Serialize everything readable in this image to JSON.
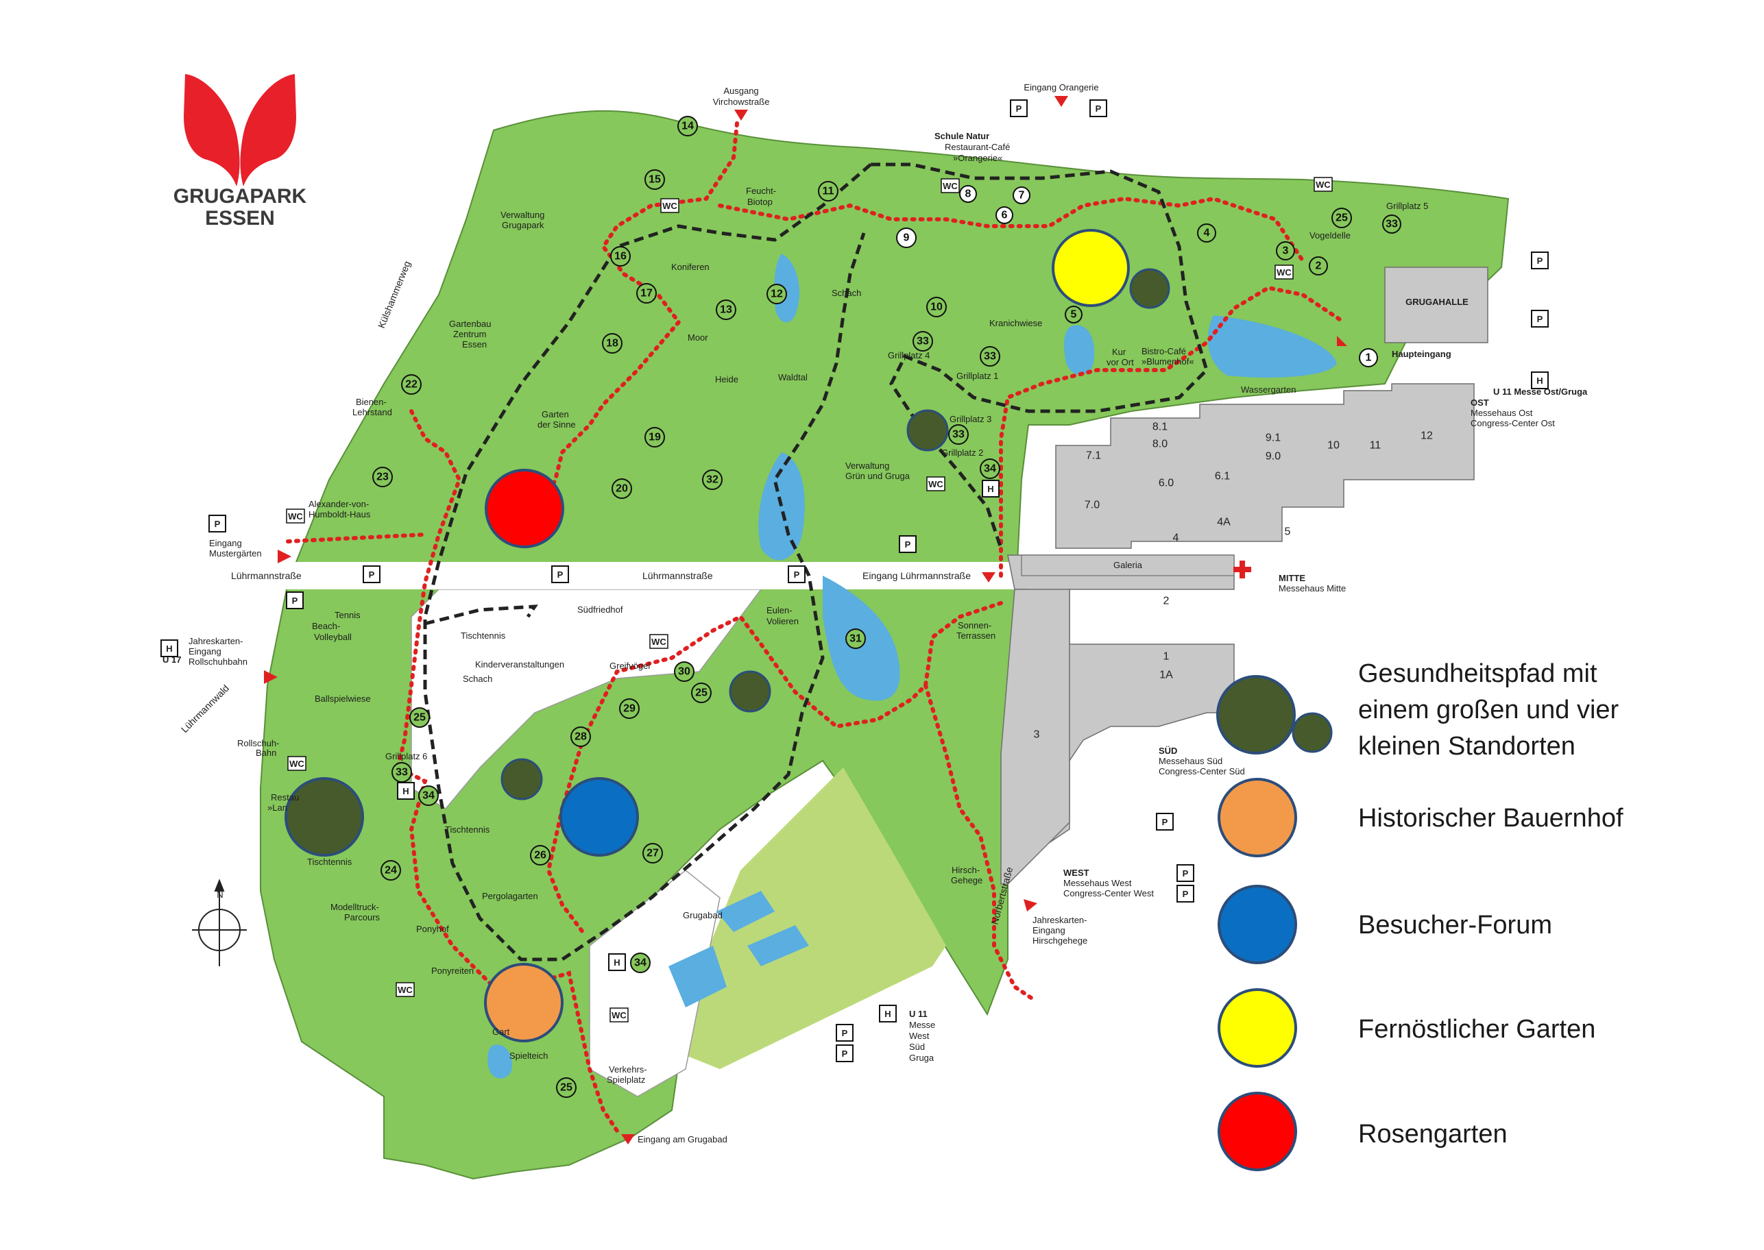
{
  "brand": {
    "name_line1": "GRUGAPARK",
    "name_line2": "ESSEN",
    "logo_color": "#e8202a"
  },
  "colors": {
    "park_green": "#86c85b",
    "dark_green_spot": "#465a2c",
    "orange_spot": "#f39a4a",
    "blue_spot": "#0a6fc2",
    "yellow_spot": "#ffff00",
    "red_spot": "#ff0000",
    "water": "#5aaee0",
    "building_grey": "#c8c8c8",
    "path_red": "#e02020",
    "path_black": "#222222",
    "light_field": "#bcd97a"
  },
  "legend": [
    {
      "label_lines": [
        "Gesundheitspfad mit",
        "einem großen und vier",
        "kleinen Standorten"
      ],
      "color": "#465a2c"
    },
    {
      "label_lines": [
        "Historischer Bauernhof"
      ],
      "color": "#f39a4a"
    },
    {
      "label_lines": [
        "Besucher-Forum"
      ],
      "color": "#0a6fc2"
    },
    {
      "label_lines": [
        "Fernöstlicher Garten"
      ],
      "color": "#ffff00"
    },
    {
      "label_lines": [
        "Rosengarten"
      ],
      "color": "#ff0000"
    }
  ],
  "map": {
    "roads": {
      "luehrmann_west": "Lührmannstraße",
      "luehrmann_mid": "Lührmannstraße",
      "luehrmann_entrance": "Eingang Lührmannstraße",
      "norbert": "Norbertstraße",
      "luehrmannwald": "Lührmannwald",
      "kuelshammer": "Külshammerweg"
    },
    "entrances": {
      "orangerie": "Eingang Orangerie",
      "virchow_1": "Ausgang",
      "virchow_2": "Virchowstraße",
      "mustergarten_1": "Eingang",
      "mustergarten_2": "Mustergärten",
      "rollschuh_1": "Jahreskarten-",
      "rollschuh_2": "Eingang",
      "rollschuh_3": "Rollschuhbahn",
      "grugabad": "Eingang am Grugabad",
      "hirsch_1": "Jahreskarten-",
      "hirsch_2": "Eingang",
      "hirsch_3": "Hirschgehege",
      "haupt": "Haupteingang"
    },
    "places": {
      "schule_natur": "Schule Natur",
      "restaurant_1": "Restaurant-Café",
      "restaurant_2": "»Orangerie«",
      "verwaltung_1": "Verwaltung",
      "verwaltung_2": "Grugapark",
      "feucht_1": "Feucht-",
      "feucht_2": "Biotop",
      "koniferen": "Koniferen",
      "schach": "Schach",
      "moor": "Moor",
      "heide": "Heide",
      "waldtal": "Waldtal",
      "kranichwiese": "Kranichwiese",
      "grillplatz_1": "Grillplatz 1",
      "grillplatz_2": "Grillplatz 2",
      "grillplatz_3": "Grillplatz 3",
      "grillplatz_4": "Grillplatz 4",
      "grillplatz_5": "Grillplatz 5",
      "grillplatz_6": "Grillplatz 6",
      "vogeldelle": "Vogeldelle",
      "grugahalle": "GRUGAHALLE",
      "gartenbau_1": "Gartenbau",
      "gartenbau_2": "Zentrum",
      "gartenbau_3": "Essen",
      "bienen_1": "Bienen-",
      "bienen_2": "Lehrstand",
      "garten_sinne_1": "Garten",
      "garten_sinne_2": "der Sinne",
      "humboldt_1": "Alexander-von-",
      "humboldt_2": "Humboldt-Haus",
      "verw_gruen_1": "Verwaltung",
      "verw_gruen_2": "Grün und Gruga",
      "kur_1": "Kur",
      "kur_2": "vor Ort",
      "bistro_1": "Bistro-Café",
      "bistro_2": "»Blumenhof«",
      "wassergarten": "Wassergarten",
      "suedfriedhof": "Südfriedhof",
      "tennis_1": "Tennis",
      "tennis_2": "Beach-",
      "tennis_3": "Volleyball",
      "tischtennis_a": "Tischtennis",
      "tischtennis_b": "Tischtennis",
      "tischtennis_c": "Tischtennis",
      "kinder_1": "Kinderveranstaltungen",
      "kinder_2": "Schach",
      "ballspielwiese": "Ballspielwiese",
      "rollschuhbahn_1": "Rollschuh-",
      "rollschuhbahn_2": "Bahn",
      "restaurant_lang_1": "Restau",
      "restaurant_lang_2": "»Lan",
      "eulen_1": "Eulen-",
      "eulen_2": "Volieren",
      "greifvoegel": "Greifvögel",
      "sonnen_1": "Sonnen-",
      "sonnen_2": "Terrassen",
      "pergolagarten": "Pergolagarten",
      "modelltruck_1": "Modelltruck-",
      "modelltruck_2": "Parcours",
      "ponyhof": "Ponyhof",
      "ponyreiten": "Ponyreiten",
      "spielteich": "Spielteich",
      "garten_short": "Gart",
      "verkehrs_1": "Verkehrs-",
      "verkehrs_2": "Spielplatz",
      "grugabad": "Grugabad",
      "hirsch_1": "Hirsch-",
      "hirsch_2": "Gehege",
      "galeria": "Galeria",
      "ost_1": "U 11 Messe Ost/Gruga",
      "ost_2": "OST",
      "ost_3": "Messehaus Ost",
      "ost_4": "Congress-Center Ost",
      "mitte_1": "MITTE",
      "mitte_2": "Messehaus Mitte",
      "sued_1": "SÜD",
      "sued_2": "Messehaus Süd",
      "sued_3": "Congress-Center Süd",
      "west_1": "WEST",
      "west_2": "Messehaus West",
      "west_3": "Congress-Center West",
      "u11_1": "U 11",
      "u11_2": "Messe",
      "u11_3": "West",
      "u11_4": "Süd",
      "u11_5": "Gruga",
      "u17": "U 17",
      "compass_n": "N"
    },
    "halls": [
      "7.1",
      "7.0",
      "8.1",
      "8.0",
      "6.0",
      "6.1",
      "9.1",
      "9.0",
      "10",
      "11",
      "12",
      "4",
      "4A",
      "5",
      "2",
      "1",
      "1A",
      "3"
    ],
    "numbers": [
      "14",
      "15",
      "11",
      "16",
      "17",
      "18",
      "19",
      "20",
      "22",
      "23",
      "24",
      "25",
      "25",
      "25",
      "25",
      "26",
      "27",
      "28",
      "29",
      "30",
      "31",
      "32",
      "33",
      "33",
      "33",
      "33",
      "34",
      "34",
      "34",
      "12",
      "13",
      "10",
      "9",
      "8",
      "7",
      "6",
      "5",
      "4",
      "3",
      "2",
      "1",
      "33"
    ],
    "symbols": {
      "parking": "P",
      "hospital": "H",
      "wc": "WC"
    }
  }
}
